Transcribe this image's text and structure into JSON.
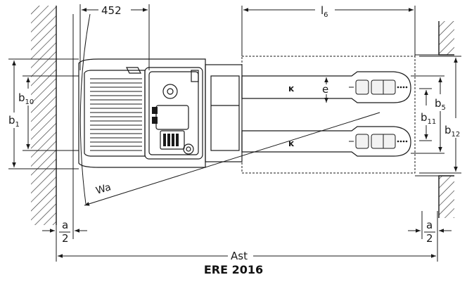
{
  "caption": "ERE 2016",
  "dimensions": {
    "d452": "452",
    "l6": "l",
    "l6_sub": "6",
    "b1": "b",
    "b1_sub": "1",
    "b10": "b",
    "b10_sub": "10",
    "b5": "b",
    "b5_sub": "5",
    "b11": "b",
    "b11_sub": "11",
    "b12": "b",
    "b12_sub": "12",
    "e": "e",
    "wa": "Wa",
    "ast": "Ast",
    "a_num": "a",
    "a_den": "2"
  },
  "colors": {
    "line": "#1a1a1a",
    "hatch": "#333333",
    "fork_fill": "#f2f2f2"
  },
  "icons": {
    "arrow_glyph": "ĸ"
  }
}
